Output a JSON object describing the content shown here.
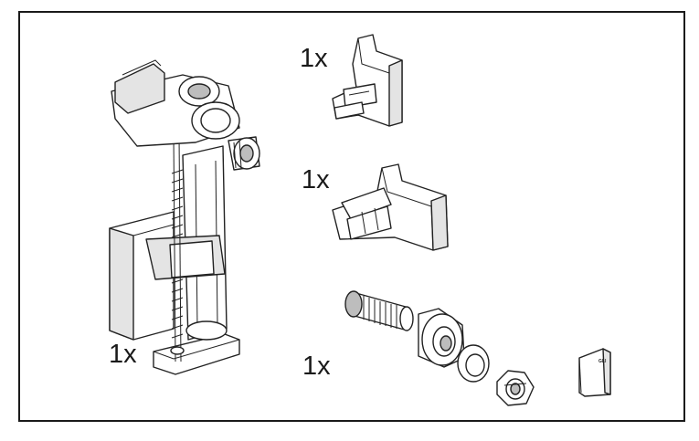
{
  "parts": [
    {
      "id": "fill-valve",
      "icon": "fill-valve-icon",
      "quantity": "1x"
    },
    {
      "id": "mounting-clip",
      "icon": "mounting-clip-icon",
      "quantity": "1x"
    },
    {
      "id": "mounting-bracket",
      "icon": "mounting-bracket-icon",
      "quantity": "1x"
    },
    {
      "id": "connector-set",
      "icon": "connector-set-icon",
      "quantity": "1x"
    }
  ],
  "manual": {
    "icon": "instruction-booklet-icon",
    "cover_text": "GLI"
  }
}
